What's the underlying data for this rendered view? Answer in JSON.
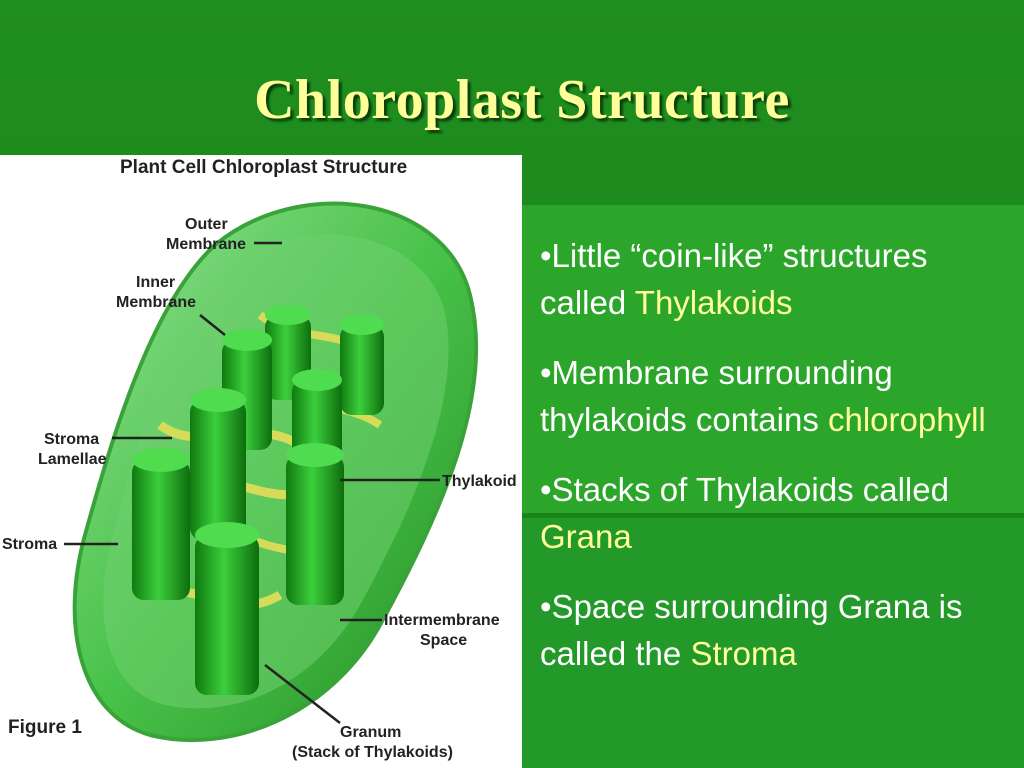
{
  "title": "Chloroplast Structure",
  "figure": {
    "heading": "Plant Cell Chloroplast Structure",
    "caption": "Figure 1",
    "labels": {
      "outer_1": "Outer",
      "outer_2": "Membrane",
      "inner_1": "Inner",
      "inner_2": "Membrane",
      "stroma_lam_1": "Stroma",
      "stroma_lam_2": "Lamellae",
      "stroma": "Stroma",
      "thylakoid": "Thylakoid",
      "intermembrane_1": "Intermembrane",
      "intermembrane_2": "Space",
      "granum_1": "Granum",
      "granum_2": "(Stack of Thylakoids)"
    }
  },
  "bullets": [
    {
      "pre": "•Little “coin-like” structures called ",
      "hl": "Thylakoids",
      "post": ""
    },
    {
      "pre": "•Membrane surrounding thylakoids contains ",
      "hl": "chlorophyll",
      "post": ""
    },
    {
      "pre": "•Stacks of Thylakoids called ",
      "hl": "Grana",
      "post": ""
    },
    {
      "pre": "•Space surrounding Grana is called the ",
      "hl": "Stroma",
      "post": ""
    }
  ],
  "colors": {
    "background": "#1a861a",
    "highlight": "#ffff99",
    "body_text": "#ffffff"
  }
}
